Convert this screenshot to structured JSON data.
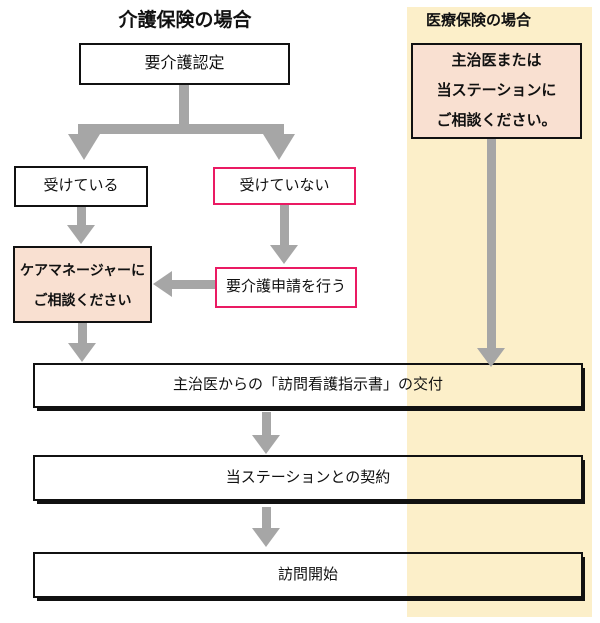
{
  "colors": {
    "panel-yellow": "#FCEFC9",
    "box-peach": "#F9E0D1",
    "accent-pink": "#EA1A63",
    "arrow-gray": "#A6A6A6"
  },
  "kaigo": {
    "title": "介護保険の場合",
    "nintei": "要介護認定",
    "uketeiru": "受けている",
    "uketeinai": "受けていない",
    "caremanager_line1": "ケアマネージャーに",
    "caremanager_line2": "ご相談ください",
    "shinsei": "要介護申請を行う"
  },
  "iryo": {
    "title": "医療保険の場合",
    "consult_line1": "主治医または",
    "consult_line2": "当ステーションに",
    "consult_line3": "ご相談ください。"
  },
  "common": {
    "shijisho": "主治医からの「訪問看護指示書」の交付",
    "keiyaku": "当ステーションとの契約",
    "kaishi": "訪問開始"
  }
}
